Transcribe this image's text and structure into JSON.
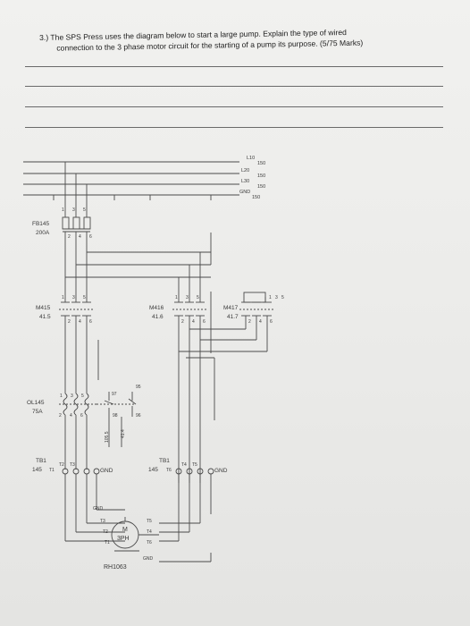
{
  "question": {
    "line1": "3.) The SPS Press uses the diagram below to start a large pump. Explain the type of wired",
    "line2": "connection to the 3 phase motor circuit for the starting of a pump its purpose. (5/75 Marks)"
  },
  "bus": {
    "l1": "L10",
    "l1_no": "150",
    "l2": "L20",
    "l2_no": "150",
    "l3": "L30",
    "l3_no": "150",
    "gnd": "GND",
    "gnd_no": "150"
  },
  "breaker": {
    "tag": "FB145",
    "rating": "200A",
    "top_terms": [
      "1",
      "3",
      "5"
    ],
    "bot_terms": [
      "2",
      "4",
      "6"
    ]
  },
  "contactor_m415": {
    "tag": "M415",
    "no": "41.5",
    "top_terms": [
      "1",
      "3",
      "5"
    ],
    "bot_terms": [
      "2",
      "4",
      "6"
    ]
  },
  "contactor_m416": {
    "tag": "M416",
    "no": "41.6",
    "top_terms": [
      "1",
      "3",
      "5"
    ],
    "bot_terms": [
      "2",
      "4",
      "6"
    ]
  },
  "contactor_m417": {
    "tag": "M417",
    "no": "41.7",
    "top_terms": [
      "1",
      "3",
      "5"
    ],
    "bot_terms": [
      "2",
      "4",
      "6"
    ]
  },
  "overload": {
    "tag": "OL145",
    "rating": "75A",
    "top_terms": [
      "1",
      "3",
      "5"
    ],
    "bot_terms": [
      "2",
      "4",
      "6"
    ],
    "aux_97": "97",
    "aux_98": "98",
    "aux_95": "95",
    "aux_96": "96",
    "ref_a": "105.5",
    "ref_b": "41.4"
  },
  "terminal_left": {
    "tag": "TB1",
    "no": "145",
    "t1": "T1",
    "t2": "T2",
    "t3": "T3",
    "gnd": "GND"
  },
  "terminal_right": {
    "tag": "TB1",
    "no": "145",
    "t6": "T6",
    "t4": "T4",
    "t5": "T5",
    "gnd": "GND"
  },
  "motor": {
    "label": "M",
    "type": "3PH",
    "tag": "RH1063",
    "gnd_left": "GND",
    "gnd_right": "GND",
    "t1": "T1",
    "t2": "T2",
    "t3": "T3",
    "t4": "T4",
    "t5": "T5",
    "t6": "T6"
  }
}
